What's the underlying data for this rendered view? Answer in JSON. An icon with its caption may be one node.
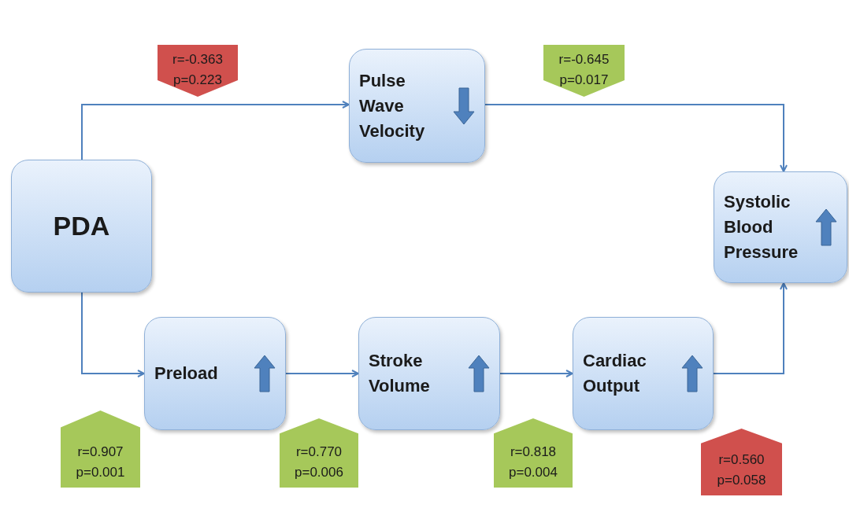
{
  "diagram": {
    "nodes": [
      {
        "text": [
          "PDA"
        ]
      },
      {
        "text": [
          "Pulse Wave Velocity"
        ]
      },
      {
        "text": [
          "Systolic Blood Pressure"
        ]
      },
      {
        "text": [
          "Preload"
        ]
      },
      {
        "text": [
          "Stroke Volume"
        ]
      },
      {
        "text": [
          "Cardiac Output"
        ]
      },
      {
        "text": [
          "r=-0.363",
          "p=0.223"
        ]
      },
      {
        "text": [
          "r=-0.645",
          "p=0.017"
        ]
      },
      {
        "text": [
          "r=0.907",
          "p=0.001"
        ]
      },
      {
        "text": [
          "r=0.770",
          "p=0.006"
        ]
      },
      {
        "text": [
          "r=0.818",
          "p=0.004"
        ]
      },
      {
        "text": [
          "r=0.560",
          "p=0.058"
        ]
      }
    ],
    "edges": [
      {
        "from": 0,
        "to": 1,
        "arrow": "to"
      },
      {
        "from": 0,
        "to": 3,
        "arrow": "to"
      },
      {
        "from": 3,
        "to": 4,
        "arrow": "to"
      },
      {
        "from": 4,
        "to": 5,
        "arrow": "to"
      },
      {
        "from": 5,
        "to": 2,
        "arrow": "to"
      },
      {
        "from": 1,
        "to": 2,
        "arrow": "to"
      }
    ]
  }
}
